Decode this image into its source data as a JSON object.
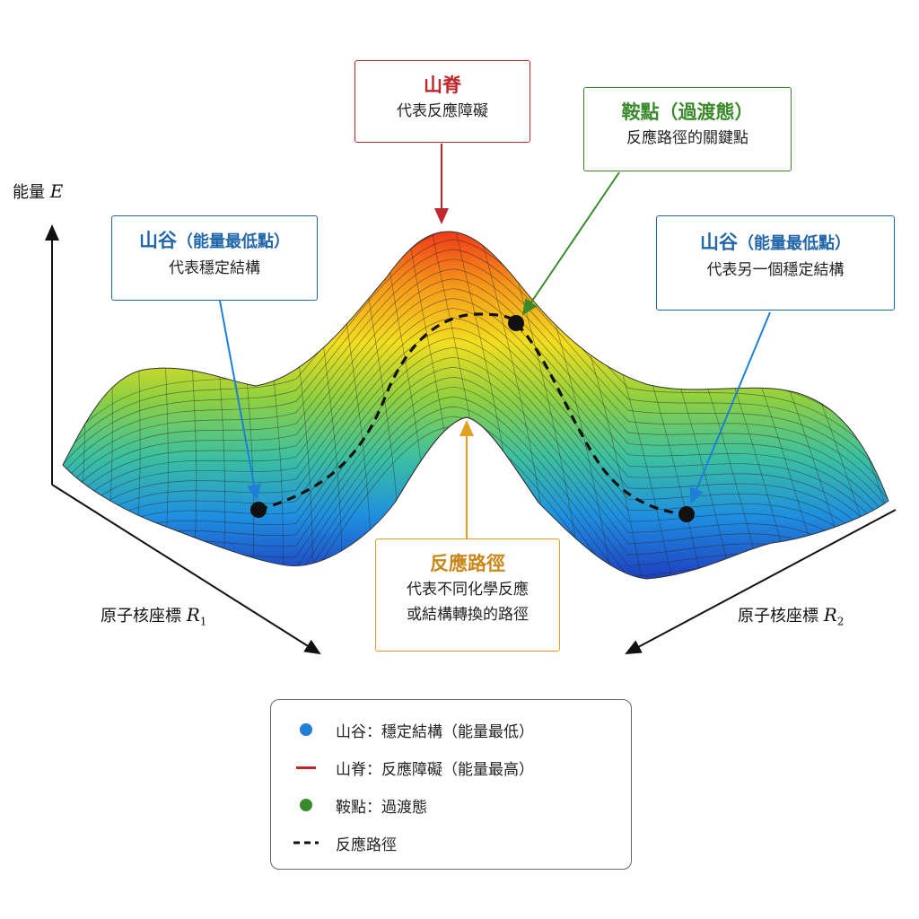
{
  "axes": {
    "energy": {
      "label": "能量",
      "symbol": "E"
    },
    "r1": {
      "label": "原子核座標",
      "symbol": "R",
      "subscript": "1"
    },
    "r2": {
      "label": "原子核座標",
      "symbol": "R",
      "subscript": "2"
    }
  },
  "callouts": {
    "ridge": {
      "title": "山脊",
      "desc": "代表反應障礙",
      "color": "#c0272d"
    },
    "saddle": {
      "title": "鞍點（過渡態）",
      "desc": "反應路徑的關鍵點",
      "color": "#3a8a2c"
    },
    "valley_left": {
      "title": "山谷",
      "title_sub": "（能量最低點）",
      "desc": "代表穩定結構",
      "color": "#2266aa"
    },
    "valley_right": {
      "title": "山谷",
      "title_sub": "（能量最低點）",
      "desc": "代表另一個穩定結構",
      "color": "#2266aa"
    },
    "path": {
      "title": "反應路徑",
      "desc_line1": "代表不同化學反應",
      "desc_line2": "或結構轉換的路徑",
      "color": "#c9871a"
    }
  },
  "legend": {
    "items": [
      {
        "symbol": "dot",
        "color": "#1f7fd6",
        "text": "山谷：穩定結構（能量最低）"
      },
      {
        "symbol": "line",
        "color": "#c0272d",
        "text": "山脊：反應障礙（能量最高）"
      },
      {
        "symbol": "dot",
        "color": "#3a8a2c",
        "text": "鞍點：過渡態"
      },
      {
        "symbol": "dashed",
        "color": "#111111",
        "text": "反應路徑"
      }
    ]
  },
  "colors": {
    "surface_low": "#1f5fd0",
    "surface_mid": "#f5d21a",
    "surface_high": "#f03a1a",
    "mesh": "#222222"
  }
}
